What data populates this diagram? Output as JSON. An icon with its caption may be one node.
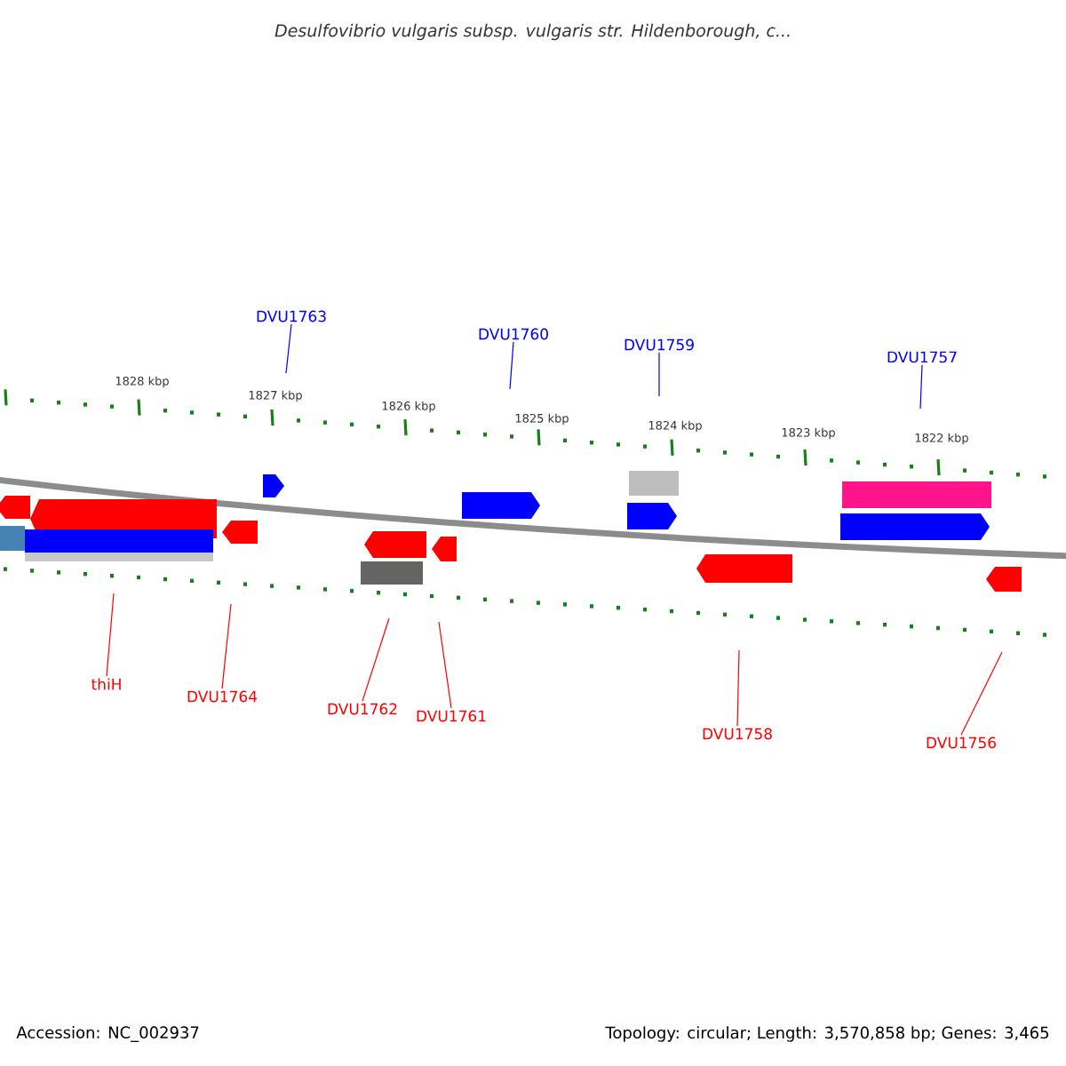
{
  "diagram": {
    "title": "Desulfovibrio vulgaris subsp. vulgaris str. Hildenborough, c...",
    "nodes": [
      {
        "text": [
          "DVU1763"
        ]
      },
      {
        "text": [
          "DVU1760"
        ]
      },
      {
        "text": [
          "DVU1759"
        ]
      },
      {
        "text": [
          "DVU1757"
        ]
      },
      {
        "text": [
          "thiH"
        ]
      },
      {
        "text": [
          "DVU1764"
        ]
      },
      {
        "text": [
          "DVU1762"
        ]
      },
      {
        "text": [
          "DVU1761"
        ]
      },
      {
        "text": [
          "DVU1758"
        ]
      },
      {
        "text": [
          "DVU1756"
        ]
      }
    ],
    "edges": [
      {
        "from": 0,
        "to": null,
        "arrow": "none",
        "color": "#0000ff"
      },
      {
        "from": 1,
        "to": null,
        "arrow": "none",
        "color": "#0000ff"
      },
      {
        "from": 2,
        "to": null,
        "arrow": "none",
        "color": "#0000ff"
      },
      {
        "from": 3,
        "to": null,
        "arrow": "none",
        "color": "#0000ff"
      },
      {
        "from": 4,
        "to": null,
        "arrow": "none"
      },
      {
        "from": 5,
        "to": null,
        "arrow": "none"
      },
      {
        "from": 6,
        "to": null,
        "arrow": "none"
      },
      {
        "from": 7,
        "to": null,
        "arrow": "none"
      },
      {
        "from": 8,
        "to": null,
        "arrow": "none"
      },
      {
        "from": 9,
        "to": null,
        "arrow": "none"
      }
    ],
    "labels": [
      "1828 kbp",
      "1827 kbp",
      "1826 kbp",
      "1825 kbp",
      "1824 kbp",
      "1823 kbp",
      "1822 kbp",
      "Accession: NC_002937",
      "Topology: circular; Length: 3,570,858 bp; Genes: 3,465"
    ]
  }
}
